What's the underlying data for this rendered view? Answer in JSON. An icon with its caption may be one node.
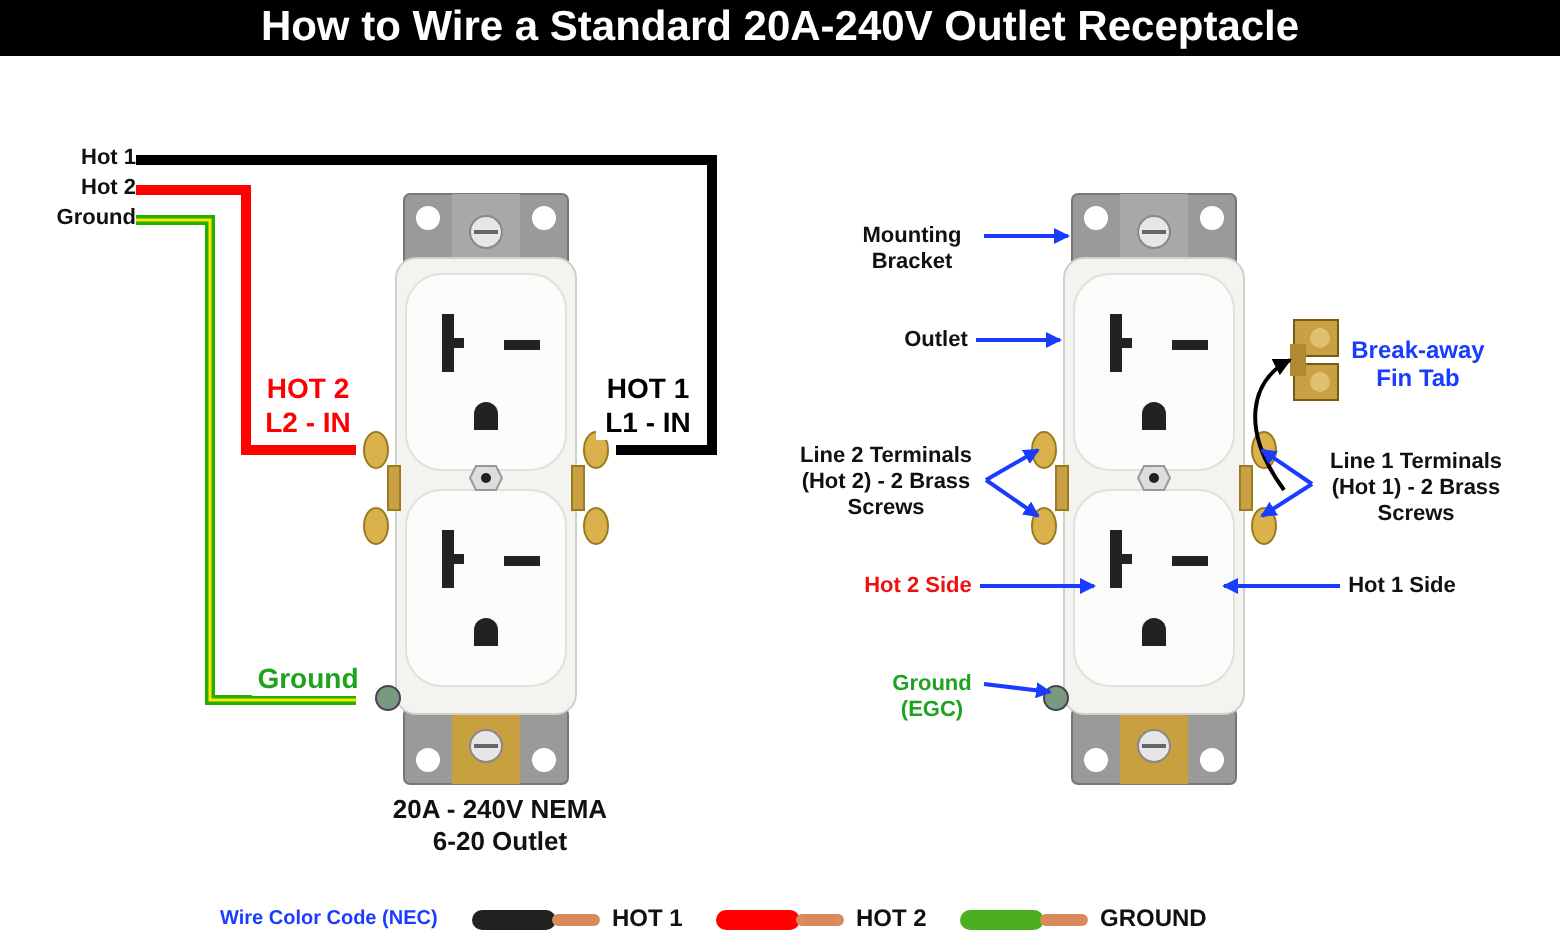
{
  "diagram": {
    "title": "How to Wire a Standard 20A-240V Outlet Receptacle",
    "nodes": [
      {
        "text": [
          "Hot 1"
        ]
      },
      {
        "text": [
          "Hot 2"
        ]
      },
      {
        "text": [
          "Ground"
        ]
      },
      {
        "text": [],
        "shape": "picture",
        "beside": [
          "20A - 240V NEMA 6-20 Outlet"
        ]
      },
      {
        "text": [],
        "shape": "picture"
      },
      {
        "text": [
          "Mounting Bracket"
        ]
      },
      {
        "text": [
          "Outlet"
        ]
      },
      {
        "text": [],
        "shape": "picture",
        "beside": [
          "Break-away Fin Tab"
        ]
      },
      {
        "text": [
          "Line 2 Terminals (Hot 2) - 2 Brass Screws"
        ]
      },
      {
        "text": [
          "Line 1 Terminals (Hot 1) - 2 Brass Screws"
        ]
      },
      {
        "text": [
          "Hot 2 Side"
        ]
      },
      {
        "text": [
          "Hot 1 Side"
        ]
      },
      {
        "text": [
          "Ground (EGC)"
        ]
      }
    ],
    "edges": [
      {
        "from": 0,
        "to": 3,
        "arrow": "none",
        "label": "HOT 1 L1 - IN",
        "style": "thick",
        "color": "#000000"
      },
      {
        "from": 1,
        "to": 3,
        "arrow": "none",
        "label": "HOT 2 L2 - IN",
        "style": "thick",
        "color": "#ff0000"
      },
      {
        "from": 2,
        "to": 3,
        "arrow": "none",
        "label": "Ground",
        "style": "thick",
        "color": "#22b000"
      },
      {
        "from": 5,
        "to": 4,
        "arrow": "to"
      },
      {
        "from": 6,
        "to": 4,
        "arrow": "to"
      },
      {
        "from": 4,
        "to": 7,
        "arrow": "to",
        "color": "#000000"
      },
      {
        "from": 8,
        "to": 4,
        "arrow": "to"
      },
      {
        "from": 8,
        "to": 4,
        "arrow": "to"
      },
      {
        "from": 9,
        "to": 4,
        "arrow": "to"
      },
      {
        "from": 9,
        "to": 4,
        "arrow": "to"
      },
      {
        "from": 10,
        "to": 4,
        "arrow": "to"
      },
      {
        "from": 11,
        "to": 4,
        "arrow": "to"
      },
      {
        "from": 12,
        "to": 4,
        "arrow": "to"
      }
    ],
    "labels": [
      "Wire Color Code (NEC)"
    ],
    "legend": [
      {
        "text": "HOT 1",
        "color": "#222222"
      },
      {
        "text": "HOT 2",
        "color": "#ff0000"
      },
      {
        "text": "GROUND",
        "color": "#4caf20"
      }
    ]
  }
}
